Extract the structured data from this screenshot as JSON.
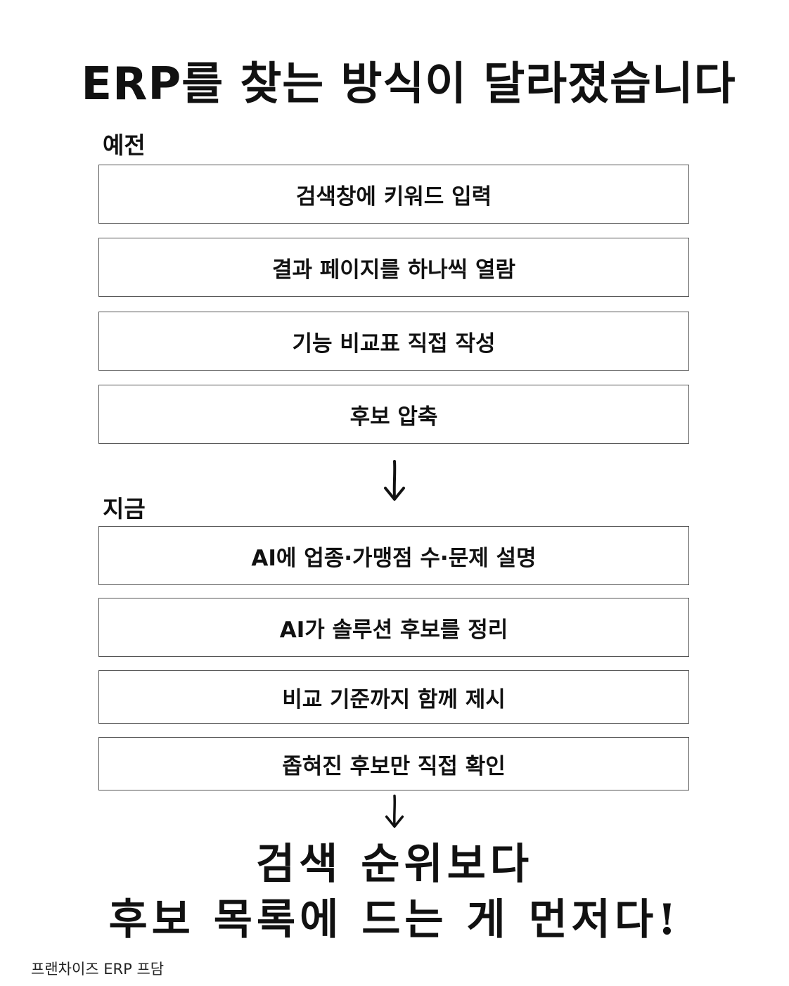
{
  "title": "ERP를 찾는 방식이 달라졌습니다",
  "before": {
    "label": "예전",
    "steps": [
      "검색창에 키워드 입력",
      "결과 페이지를 하나씩 열람",
      "기능 비교표 직접 작성",
      "후보 압축"
    ]
  },
  "now": {
    "label": "지금",
    "steps": [
      "AI에 업종·가맹점 수·문제 설명",
      "AI가 솔루션 후보를 정리",
      "비교 기준까지 함께 제시",
      "좁혀진 후보만 직접 확인"
    ]
  },
  "conclusion": {
    "line1": "검색 순위보다",
    "line2": "후보 목록에 드는 게 먼저다!"
  },
  "footer": "프랜차이즈 ERP 프담",
  "icons": {
    "flow_arrow": "arrow-down-icon"
  }
}
